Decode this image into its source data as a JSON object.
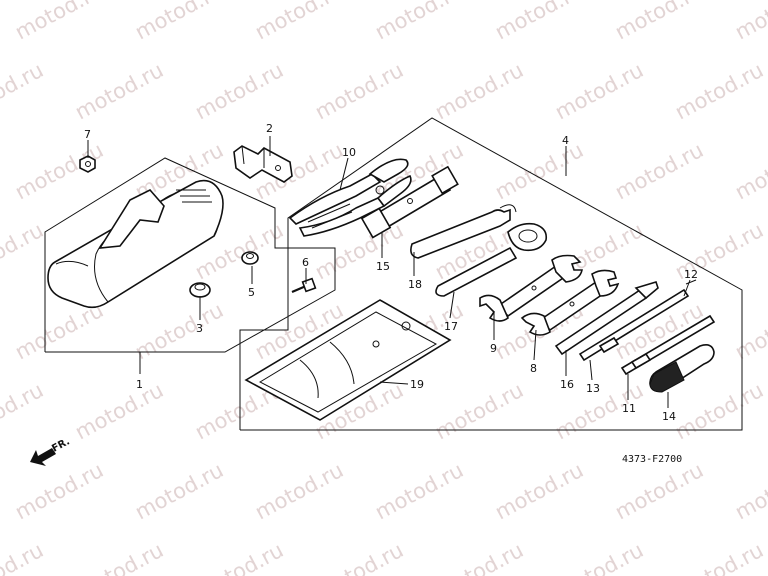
{
  "watermark": "motod.ru",
  "part_numbers": [
    "1",
    "2",
    "3",
    "4",
    "5",
    "6",
    "7",
    "8",
    "9",
    "10",
    "11",
    "12",
    "13",
    "14",
    "15",
    "16",
    "17",
    "18",
    "19"
  ],
  "direction_label": "FR.",
  "diagram_code": "4373-F2700"
}
